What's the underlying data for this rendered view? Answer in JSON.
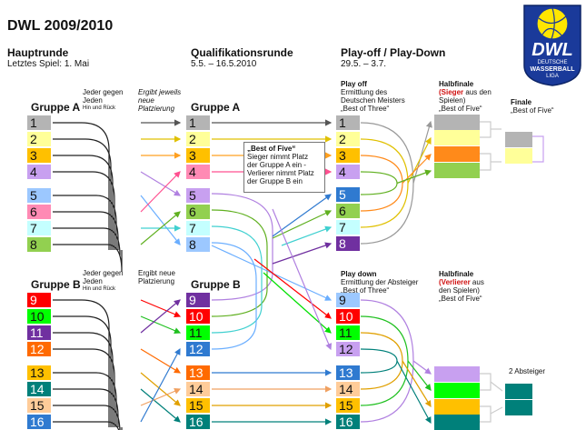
{
  "title": "DWL 2009/2010",
  "logo": {
    "letters": "DWL",
    "line1": "DEUTSCHE",
    "line2": "WASSERBALL",
    "line3": "LIGA"
  },
  "hauptrunde": {
    "heading": "Hauptrunde",
    "sub": "Letztes Spiel: 1. Mai"
  },
  "quali": {
    "heading": "Qualifikationsrunde",
    "sub": "5.5. – 16.5.2010"
  },
  "playoff_down": {
    "heading": "Play-off / Play-Down",
    "sub": "29.5. – 3.7."
  },
  "group_a": {
    "label": "Gruppe A",
    "note1": "Jeder gegen",
    "note2": "Jeden",
    "note3": "Hin und Rück",
    "ergibt1": "Ergibt jeweils",
    "ergibt2": "neue",
    "ergibt3": "Platzierung",
    "left": [
      {
        "n": "1",
        "c": "#b4b4b4"
      },
      {
        "n": "2",
        "c": "#ffff99"
      },
      {
        "n": "3",
        "c": "#ffc000"
      },
      {
        "n": "4",
        "c": "#c8a0f0"
      },
      {
        "n": "5",
        "c": "#9cc8ff"
      },
      {
        "n": "6",
        "c": "#ff8ab4"
      },
      {
        "n": "7",
        "c": "#c4ffff"
      },
      {
        "n": "8",
        "c": "#92d050"
      }
    ],
    "right": [
      {
        "n": "1",
        "c": "#b4b4b4"
      },
      {
        "n": "2",
        "c": "#ffff99"
      },
      {
        "n": "3",
        "c": "#ffc000"
      },
      {
        "n": "4",
        "c": "#ff8ab4"
      },
      {
        "n": "5",
        "c": "#c8a0f0"
      },
      {
        "n": "6",
        "c": "#92d050"
      },
      {
        "n": "7",
        "c": "#c4ffff"
      },
      {
        "n": "8",
        "c": "#9cc8ff"
      }
    ]
  },
  "group_b": {
    "label": "Gruppe B",
    "note1": "Jeder gegen",
    "note2": "Jeden",
    "note3": "Hin und Rück",
    "ergibt1": "Ergibt neue",
    "ergibt2": "Platzierung",
    "left": [
      {
        "n": "9",
        "c": "#ff0000"
      },
      {
        "n": "10",
        "c": "#00ff00"
      },
      {
        "n": "11",
        "c": "#7030a0"
      },
      {
        "n": "12",
        "c": "#ff6a00"
      },
      {
        "n": "13",
        "c": "#ffc000"
      },
      {
        "n": "14",
        "c": "#00807a"
      },
      {
        "n": "15",
        "c": "#ffcc99"
      },
      {
        "n": "16",
        "c": "#2f7ad0"
      }
    ],
    "right": [
      {
        "n": "9",
        "c": "#7030a0"
      },
      {
        "n": "10",
        "c": "#ff0000"
      },
      {
        "n": "11",
        "c": "#00ff00"
      },
      {
        "n": "12",
        "c": "#2f7ad0"
      },
      {
        "n": "13",
        "c": "#ff6a00"
      },
      {
        "n": "14",
        "c": "#ffcc99"
      },
      {
        "n": "15",
        "c": "#ffc000"
      },
      {
        "n": "16",
        "c": "#00807a"
      }
    ]
  },
  "best_of_five": {
    "title": "„Best of Five“",
    "l1": "Sieger nimmt Platz",
    "l2": "der Gruppe A ein -",
    "l3": "Verlierer nimmt Platz",
    "l4": "der Gruppe B ein"
  },
  "playoff": {
    "title": "Play off",
    "l1": "Ermittlung des",
    "l2": "Deutschen Meisters",
    "l3": "„Best of Three“",
    "cells": [
      {
        "n": "1",
        "c": "#b4b4b4"
      },
      {
        "n": "2",
        "c": "#ffff99"
      },
      {
        "n": "3",
        "c": "#ffc000"
      },
      {
        "n": "4",
        "c": "#c8a0f0"
      },
      {
        "n": "5",
        "c": "#2f7ad0"
      },
      {
        "n": "6",
        "c": "#92d050"
      },
      {
        "n": "7",
        "c": "#c4ffff"
      },
      {
        "n": "8",
        "c": "#7030a0"
      }
    ]
  },
  "halbfinale_top": {
    "title": "Halbfinale",
    "open": "(",
    "sieger": "Sieger",
    "l1": " aus den",
    "l2": "Spielen)",
    "l3": "„Best of Five“"
  },
  "finale": {
    "title": "Finale",
    "l1": "„Best of Five“"
  },
  "playdown": {
    "title": "Play down",
    "l1": "Ermittlung der Absteiger",
    "l2": "„Best of Three“",
    "cells": [
      {
        "n": "9",
        "c": "#9cc8ff"
      },
      {
        "n": "10",
        "c": "#ff0000"
      },
      {
        "n": "11",
        "c": "#00ff00"
      },
      {
        "n": "12",
        "c": "#c8a0f0"
      },
      {
        "n": "13",
        "c": "#2f7ad0"
      },
      {
        "n": "14",
        "c": "#ffcc99"
      },
      {
        "n": "15",
        "c": "#ffc000"
      },
      {
        "n": "16",
        "c": "#00807a"
      }
    ]
  },
  "halbfinale_bottom": {
    "title": "Halbfinale",
    "open": "(",
    "verlierer": "Verlierer",
    "l1": " aus",
    "l2": "den Spielen)",
    "l3": "„Best of Five“"
  },
  "absteiger": "2 Absteiger"
}
